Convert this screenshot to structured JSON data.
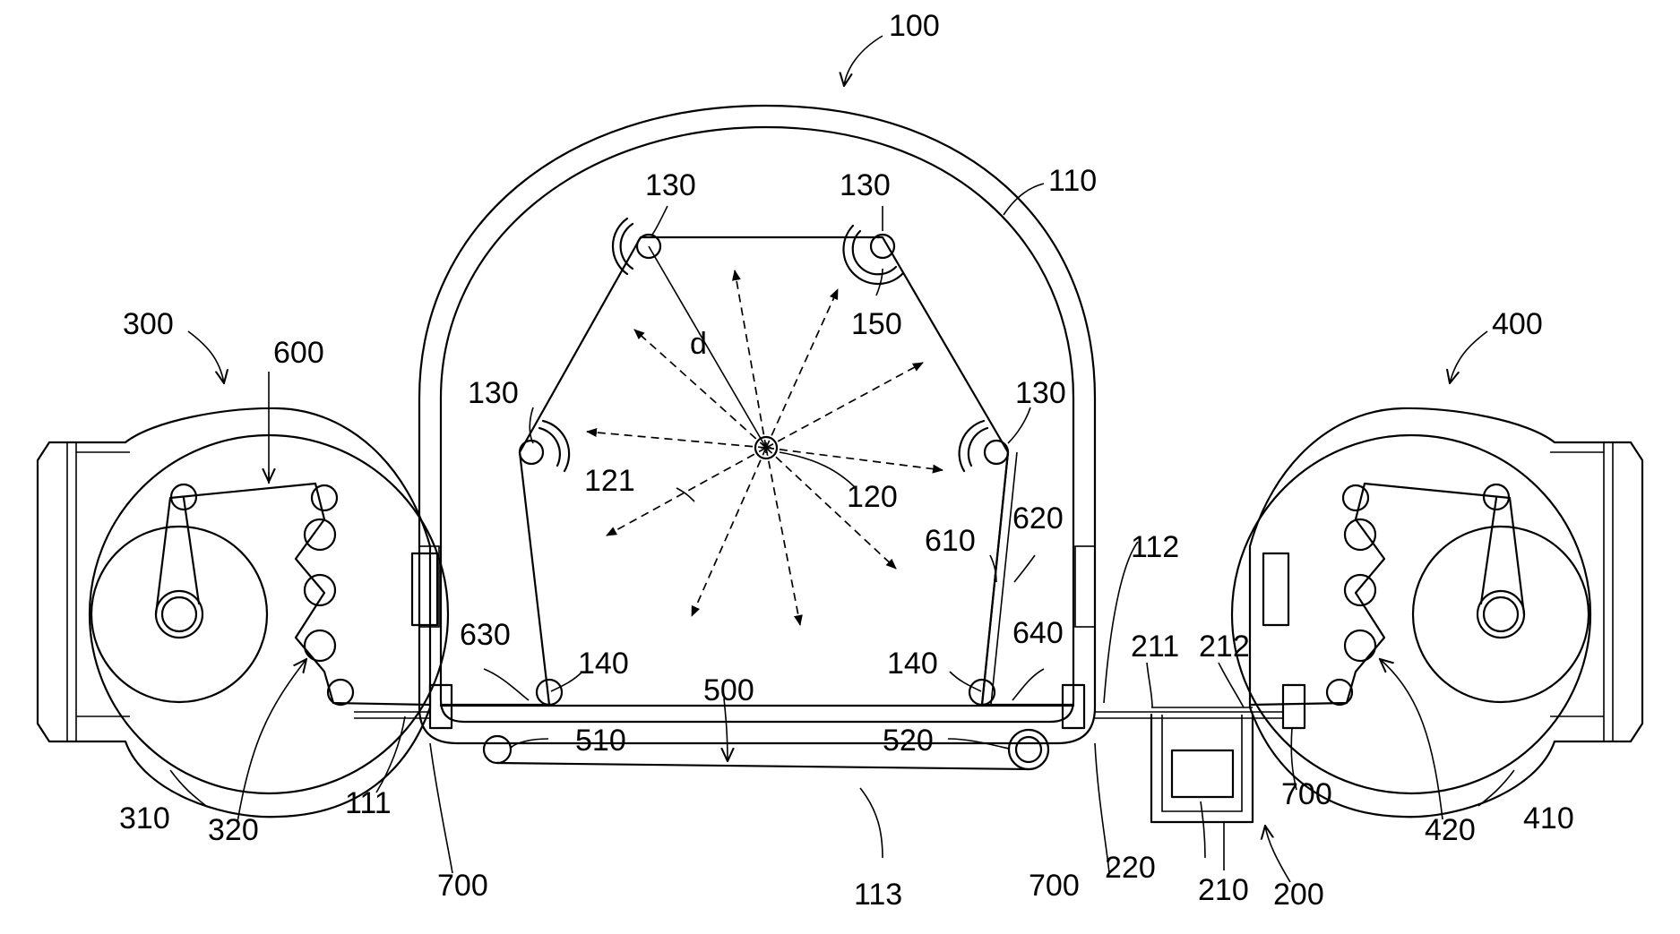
{
  "labels": {
    "l100": "100",
    "l110": "110",
    "l111": "111",
    "l112": "112",
    "l113": "113",
    "l120": "120",
    "l121": "121",
    "l130": "130",
    "l140": "140",
    "l150": "150",
    "l200": "200",
    "l210": "210",
    "l211": "211",
    "l212": "212",
    "l220": "220",
    "l300": "300",
    "l310": "310",
    "l320": "320",
    "l400": "400",
    "l410": "410",
    "l420": "420",
    "l500": "500",
    "l510": "510",
    "l520": "520",
    "l600": "600",
    "l610": "610",
    "l620": "620",
    "l630": "630",
    "l640": "640",
    "l700": "700",
    "ld": "d"
  },
  "colors": {
    "line": "#000000",
    "background": "#ffffff"
  }
}
